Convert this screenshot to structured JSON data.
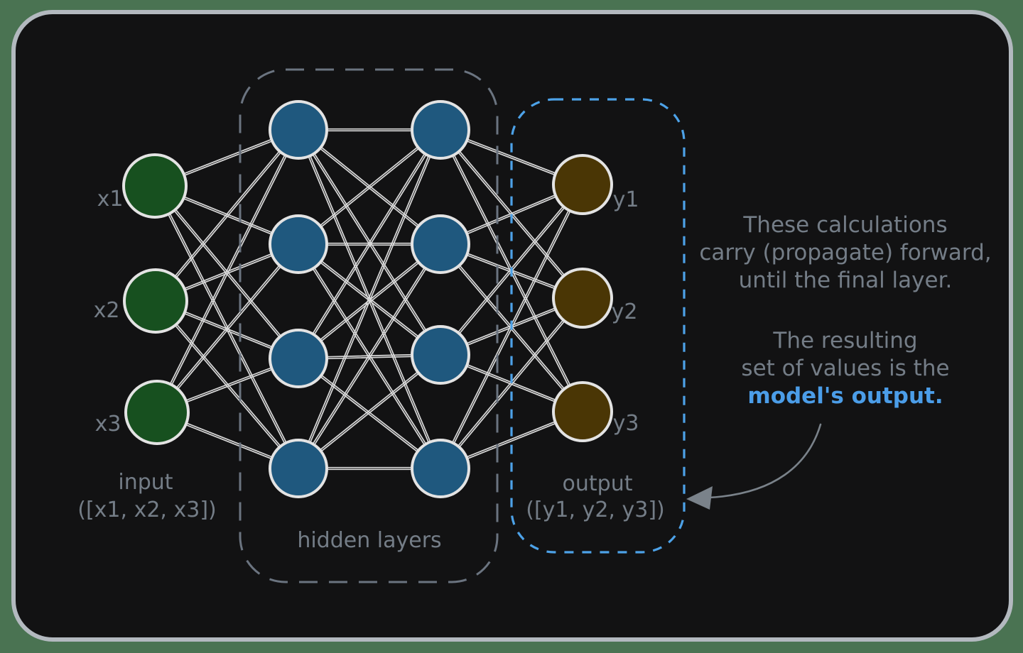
{
  "diagram": {
    "input": {
      "title": "input",
      "subtitle": "([x1, x2, x3])",
      "nodes": [
        {
          "label": "x1"
        },
        {
          "label": "x2"
        },
        {
          "label": "x3"
        }
      ]
    },
    "hidden": {
      "title": "hidden layers",
      "layer_count": 2,
      "nodes_per_layer": 4
    },
    "output": {
      "title": "output",
      "subtitle": "([y1, y2, y3])",
      "nodes": [
        {
          "label": "y1"
        },
        {
          "label": "y2"
        },
        {
          "label": "y3"
        }
      ]
    }
  },
  "annotation": {
    "paragraph1": [
      "These calculations",
      "carry (propagate) forward,",
      "until the final layer."
    ],
    "paragraph2": [
      "The resulting",
      "set of values is the"
    ],
    "highlight": "model's output."
  },
  "colors": {
    "page_background": "#4a7352",
    "card_background": "#121213",
    "card_border": "#b3b9bf",
    "edge_line": "#d9d9d9",
    "node_stroke": "#e3e3e3",
    "input_node": "#17501f",
    "hidden_node": "#1f587e",
    "output_node": "#4a3605",
    "hidden_box_dash": "#6b7480",
    "output_box_dash": "#4da2e8",
    "label_text": "#747d87",
    "highlight_text": "#4b9de8",
    "arrow": "#7a828a"
  }
}
